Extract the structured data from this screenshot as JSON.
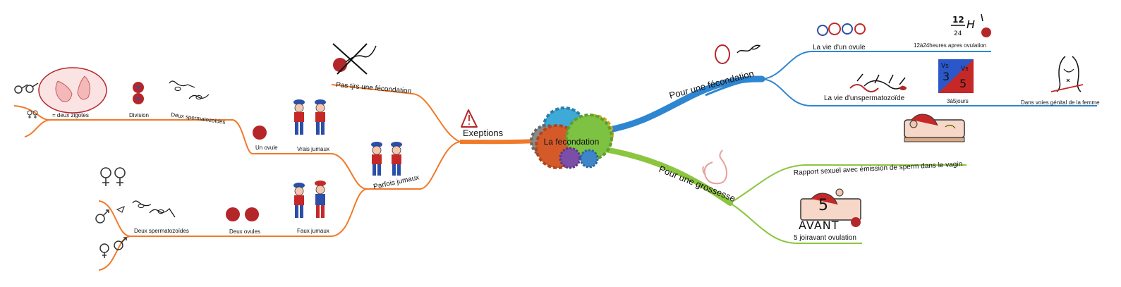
{
  "central": {
    "label": "La fecondation"
  },
  "branches": {
    "fecondation": {
      "label": "Pour une fécondation",
      "ovule_life": "La vie d'un ovule",
      "ovule_hours": "12à24heures apres ovulation",
      "sperm_life": "La vie d'unspermatozoïde",
      "sperm_days": "3à5jours",
      "sperm_where": "Dans voies génital de la femme"
    },
    "grossesse": {
      "label": "Pour une grossesse",
      "rapport": "Rapport sexuel avec émission de sperm dans le vagin",
      "avant": "5 joiravant ovulation"
    },
    "exceptions": {
      "label": "Exeptions",
      "pas_tjrs": "Pas tjrs une fécondation",
      "parfois": "Parfois jumaux",
      "vrais": "Vrais jumaux",
      "un_ovule": "Un ovule",
      "division": "Division",
      "deux_sperm_top": "Deux spermatozoïdes",
      "deux_zigotes": "= deux zigotes",
      "faux": "Faux jumaux",
      "deux_ovules": "Deux ovules",
      "deux_sperm_bottom": "Deux spermatozoïdes"
    }
  },
  "handwriting": {
    "hours_12": "12",
    "hours_h": "H",
    "hours_24": "24",
    "vs_left": "Vs",
    "vs_3": "3",
    "vs_right": "Vs",
    "vs_5": "5",
    "avant_5": "5",
    "avant_word": "AVANT"
  },
  "colors": {
    "orange": "#F07A2A",
    "blue": "#2E86D1",
    "green": "#8CC63F",
    "ovum_red": "#B5262B",
    "shirt_red": "#C62828",
    "pants_blue": "#2B4FA8"
  }
}
